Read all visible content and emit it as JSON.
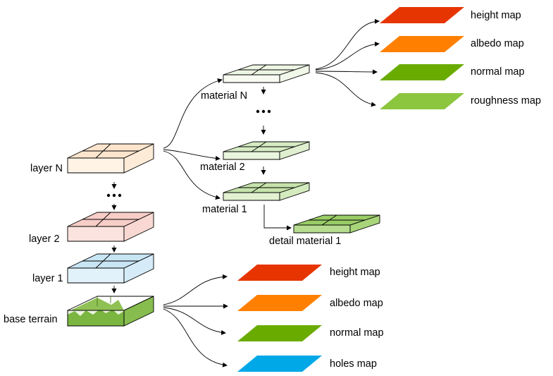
{
  "colors": {
    "height": "#e63500",
    "albedo": "#ff8000",
    "normal": "#6aab00",
    "roughness": "#8cc63f",
    "holes": "#00a8e8",
    "layer_n_top": "#fde5cd",
    "layer_n_side": "#fff3e6",
    "layer_2_top": "#f7cdc7",
    "layer_2_side": "#fbe3df",
    "layer_1_top": "#c8e5f4",
    "layer_1_side": "#e2f2fb",
    "terrain_top": "#d5e8c0",
    "terrain_side": "#eaf4de",
    "terrain_fill": "#7ab640",
    "material_n_top": "#eef6e4",
    "material_n_side": "#f7fbf1",
    "material_2_top": "#d6ebc3",
    "material_2_side": "#e9f5dd",
    "material_1_top": "#c6e3ab",
    "material_1_side": "#e1f1d2",
    "detail_top": "#99cc66",
    "detail_side": "#b7dc8f"
  },
  "layers": {
    "layer_n": "layer N",
    "layer_2": "layer 2",
    "layer_1": "layer 1",
    "base_terrain": "base terrain"
  },
  "materials": {
    "material_n": "material N",
    "material_2": "material 2",
    "material_1": "material 1",
    "detail_material_1": "detail material 1"
  },
  "material_maps": [
    "height map",
    "albedo map",
    "normal map",
    "roughness map"
  ],
  "terrain_maps": [
    "height map",
    "albedo map",
    "normal map",
    "holes map"
  ]
}
